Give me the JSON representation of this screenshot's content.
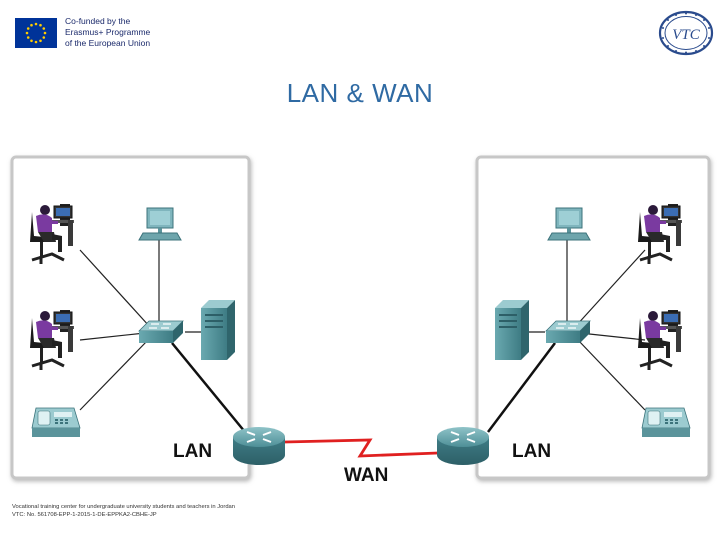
{
  "header": {
    "eu_lines": [
      "Co-funded by the",
      "Erasmus+ Programme",
      "of the European Union"
    ],
    "eu_flag_color": "#003399",
    "eu_star_color": "#ffcc00",
    "vtc_logo_text": "VTC"
  },
  "title": "LAN & WAN",
  "diagram": {
    "left_lan_label": "LAN",
    "right_lan_label": "LAN",
    "wan_label": "WAN",
    "wan_link_color": "#e02020"
  },
  "footer": {
    "line1": "Vocational training center for undergraduate university students and teachers in Jordan",
    "line2": "VTC: No. 561708-EPP-1-2015-1-DE-EPPKA2-CBHE-JP"
  }
}
